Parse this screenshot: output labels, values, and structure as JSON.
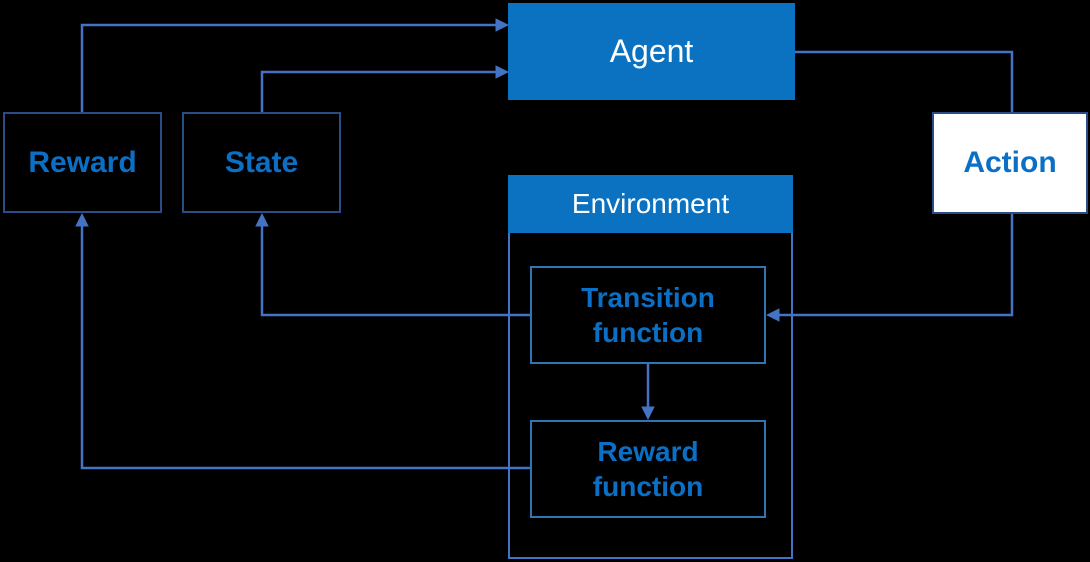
{
  "colors": {
    "background": "#000000",
    "node_fill_blue": "#0a72c0",
    "node_fill_text": "#ffffff",
    "outline_dark_blue": "#2b4d86",
    "function_outline_blue": "#2e75b6",
    "environment_outline_blue": "#4472c4",
    "label_text_blue": "#0b70c5",
    "connector_blue": "#4472c4",
    "action_fill": "#ffffff"
  },
  "nodes": {
    "agent": {
      "label": "Agent"
    },
    "reward": {
      "label": "Reward"
    },
    "state": {
      "label": "State"
    },
    "action": {
      "label": "Action"
    },
    "environment": {
      "label": "Environment"
    },
    "transition_function": {
      "label": "Transition function"
    },
    "reward_function": {
      "label": "Reward function"
    }
  }
}
